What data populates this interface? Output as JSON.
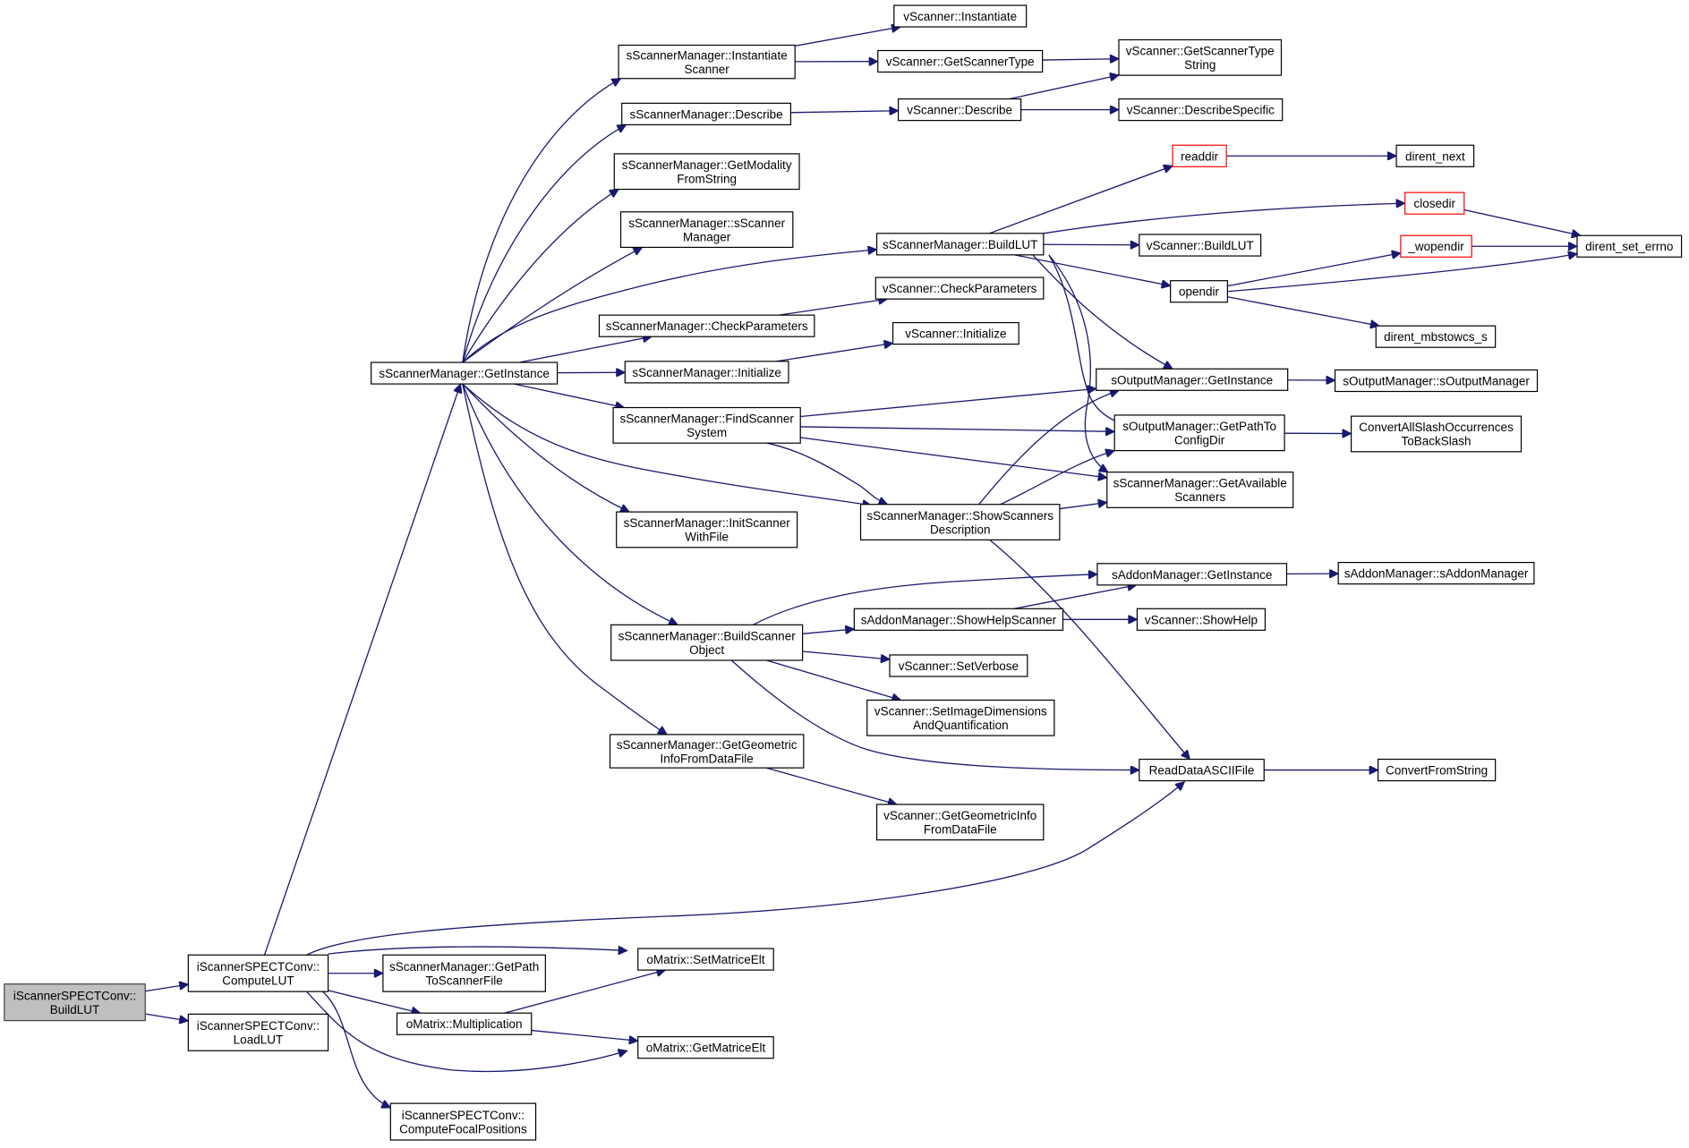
{
  "colors": {
    "edge": "#191970",
    "highlight_border": "#ff0000",
    "root_fill": "#bfbfbf"
  },
  "nodes": {
    "root": {
      "lines": [
        "iScannerSPECTConv::",
        "BuildLUT"
      ],
      "style": "root"
    },
    "compute": {
      "lines": [
        "iScannerSPECTConv::",
        "ComputeLUT"
      ]
    },
    "load": {
      "lines": [
        "iScannerSPECTConv::",
        "LoadLUT"
      ]
    },
    "getinst": {
      "lines": [
        "sScannerManager::GetInstance"
      ]
    },
    "instscan": {
      "lines": [
        "sScannerManager::Instantiate",
        "Scanner"
      ]
    },
    "describe": {
      "lines": [
        "sScannerManager::Describe"
      ]
    },
    "getmod": {
      "lines": [
        "sScannerManager::GetModality",
        "FromString"
      ]
    },
    "sscanmgr": {
      "lines": [
        "sScannerManager::sScanner",
        "Manager"
      ]
    },
    "checkp": {
      "lines": [
        "sScannerManager::CheckParameters"
      ]
    },
    "init": {
      "lines": [
        "sScannerManager::Initialize"
      ]
    },
    "findscan": {
      "lines": [
        "sScannerManager::FindScanner",
        "System"
      ]
    },
    "initscan": {
      "lines": [
        "sScannerManager::InitScanner",
        "WithFile"
      ]
    },
    "buildscan": {
      "lines": [
        "sScannerManager::BuildScanner",
        "Object"
      ]
    },
    "getgeom": {
      "lines": [
        "sScannerManager::GetGeometric",
        "InfoFromDataFile"
      ]
    },
    "getpath": {
      "lines": [
        "sScannerManager::GetPath",
        "ToScannerFile"
      ]
    },
    "setmat": {
      "lines": [
        "oMatrix::SetMatriceElt"
      ]
    },
    "mult": {
      "lines": [
        "oMatrix::Multiplication"
      ]
    },
    "getmat": {
      "lines": [
        "oMatrix::GetMatriceElt"
      ]
    },
    "focal": {
      "lines": [
        "iScannerSPECTConv::",
        "ComputeFocalPositions"
      ]
    },
    "vinst": {
      "lines": [
        "vScanner::Instantiate"
      ]
    },
    "vgettype": {
      "lines": [
        "vScanner::GetScannerType"
      ]
    },
    "vdescribe": {
      "lines": [
        "vScanner::Describe"
      ]
    },
    "smbuildlut": {
      "lines": [
        "sScannerManager::BuildLUT"
      ]
    },
    "vcheckp": {
      "lines": [
        "vScanner::CheckParameters"
      ]
    },
    "vinit": {
      "lines": [
        "vScanner::Initialize"
      ]
    },
    "showscan": {
      "lines": [
        "sScannerManager::ShowScanners",
        "Description"
      ]
    },
    "addshow": {
      "lines": [
        "sAddonManager::ShowHelpScanner"
      ]
    },
    "vsetverb": {
      "lines": [
        "vScanner::SetVerbose"
      ]
    },
    "vsetimg": {
      "lines": [
        "vScanner::SetImageDimensions",
        "AndQuantification"
      ]
    },
    "vgetgeom": {
      "lines": [
        "vScanner::GetGeometricInfo",
        "FromDataFile"
      ]
    },
    "vtypestr": {
      "lines": [
        "vScanner::GetScannerType",
        "String"
      ]
    },
    "vdescspec": {
      "lines": [
        "vScanner::DescribeSpecific"
      ]
    },
    "readdir": {
      "lines": [
        "readdir"
      ],
      "style": "red"
    },
    "closedir": {
      "lines": [
        "closedir"
      ],
      "style": "red"
    },
    "vbuildlut": {
      "lines": [
        "vScanner::BuildLUT"
      ]
    },
    "opendir": {
      "lines": [
        "opendir"
      ]
    },
    "outinst": {
      "lines": [
        "sOutputManager::GetInstance"
      ]
    },
    "outpath": {
      "lines": [
        "sOutputManager::GetPathTo",
        "ConfigDir"
      ]
    },
    "getavail": {
      "lines": [
        "sScannerManager::GetAvailable",
        "Scanners"
      ]
    },
    "addinst": {
      "lines": [
        "sAddonManager::GetInstance"
      ]
    },
    "vshowhelp": {
      "lines": [
        "vScanner::ShowHelp"
      ]
    },
    "readascii": {
      "lines": [
        "ReadDataASCIIFile"
      ]
    },
    "direntnext": {
      "lines": [
        "dirent_next"
      ]
    },
    "wopendir": {
      "lines": [
        "_wopendir"
      ],
      "style": "red"
    },
    "mbstowcs": {
      "lines": [
        "dirent_mbstowcs_s"
      ]
    },
    "soutmgr": {
      "lines": [
        "sOutputManager::sOutputManager"
      ]
    },
    "convslash": {
      "lines": [
        "ConvertAllSlashOccurrences",
        "ToBackSlash"
      ]
    },
    "saddmgr": {
      "lines": [
        "sAddonManager::sAddonManager"
      ]
    },
    "convstr": {
      "lines": [
        "ConvertFromString"
      ]
    },
    "errno": {
      "lines": [
        "dirent_set_errno"
      ]
    }
  }
}
